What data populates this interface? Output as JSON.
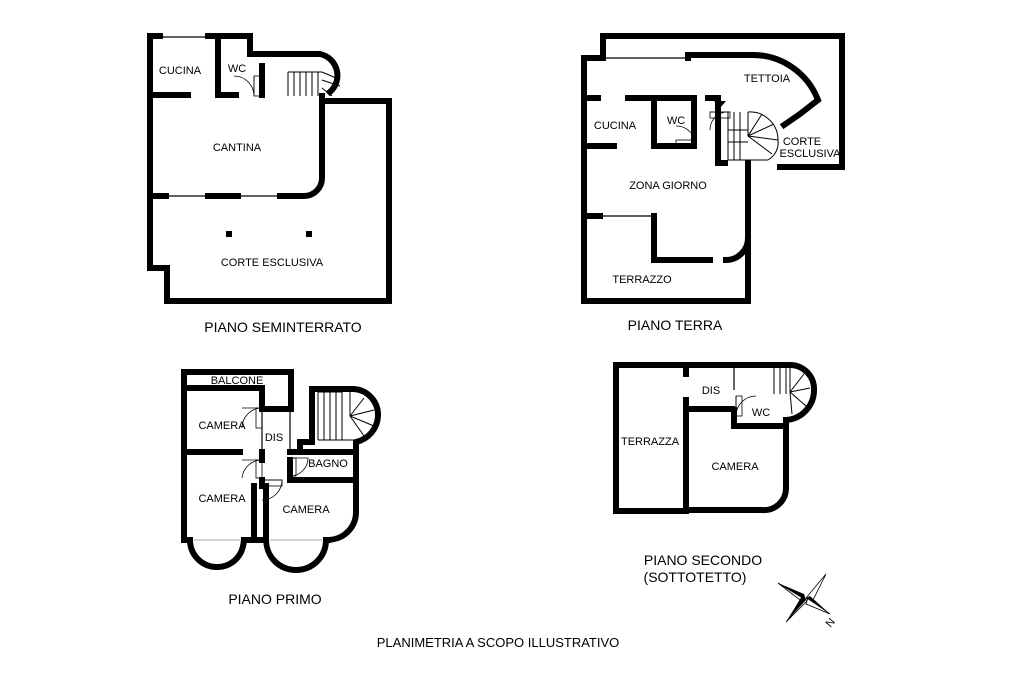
{
  "floors": {
    "seminterrato": {
      "title": "PIANO SEMINTERRATO",
      "rooms": {
        "cucina": "CUCINA",
        "wc": "WC",
        "cantina": "CANTINA",
        "corte": "CORTE ESCLUSIVA"
      }
    },
    "terra": {
      "title": "PIANO TERRA",
      "rooms": {
        "tettoia": "TETTOIA",
        "cucina": "CUCINA",
        "wc": "WC",
        "corte_l1": "CORTE",
        "corte_l2": "ESCLUSIVA",
        "zona_giorno": "ZONA GIORNO",
        "terrazzo": "TERRAZZO"
      }
    },
    "primo": {
      "title": "PIANO PRIMO",
      "rooms": {
        "balcone": "BALCONE",
        "camera1": "CAMERA",
        "dis": "DIS",
        "bagno": "BAGNO",
        "camera2": "CAMERA",
        "camera3": "CAMERA"
      }
    },
    "secondo": {
      "title_l1": "PIANO SECONDO",
      "title_l2": "(SOTTOTETTO)",
      "rooms": {
        "dis": "DIS",
        "wc": "WC",
        "terrazza": "TERRAZZA",
        "camera": "CAMERA"
      }
    }
  },
  "compass": {
    "label": "N"
  },
  "caption": "PLANIMETRIA A SCOPO ILLUSTRATIVO"
}
